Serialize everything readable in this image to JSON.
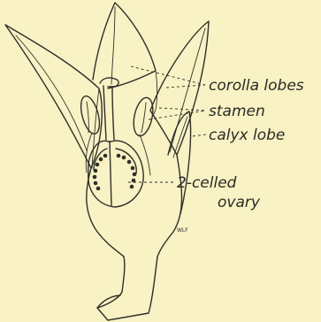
{
  "labels": {
    "corolla_lobes": "corolla lobes",
    "stamen": "stamen",
    "calyx_lobe": "calyx lobe",
    "ovary_line1": "2-celled",
    "ovary_line2": "ovary"
  },
  "signature": "WLF",
  "colors": {
    "paper": "#f8f2c4",
    "ink": "#2f2f2a"
  }
}
